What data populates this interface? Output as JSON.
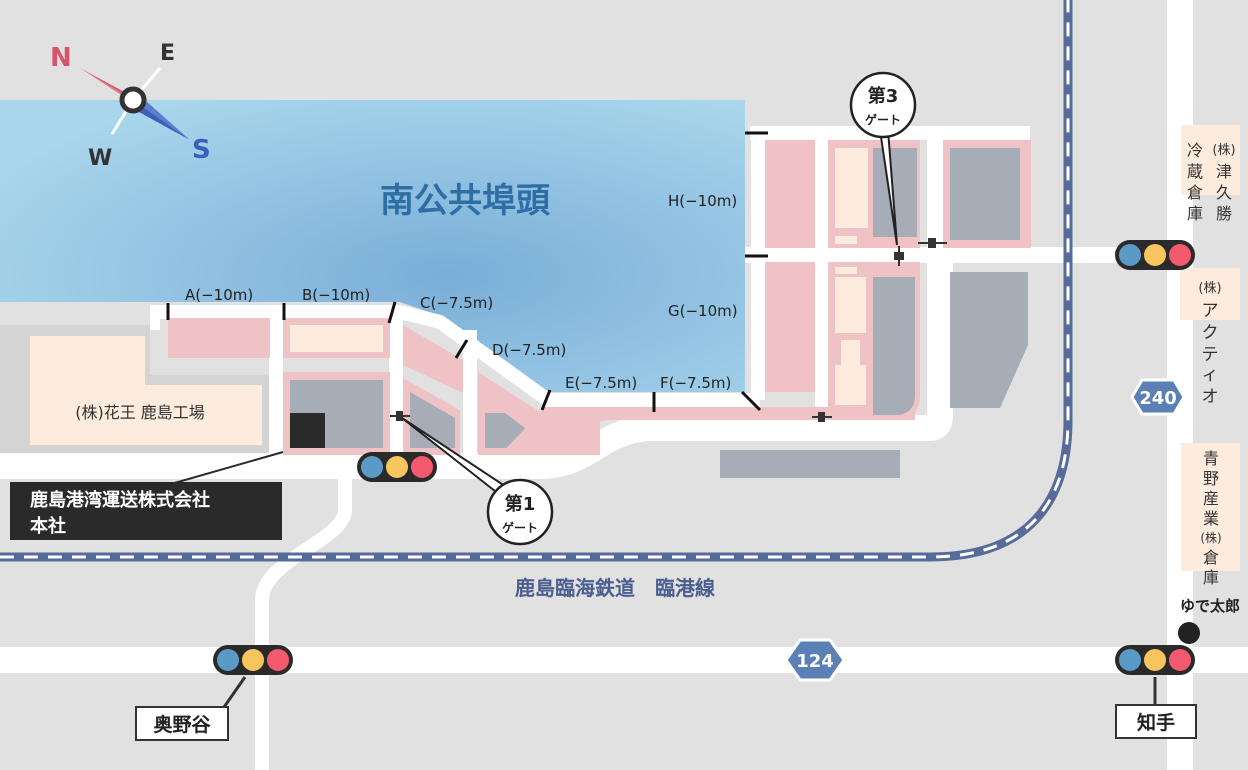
{
  "compass": {
    "n": "N",
    "e": "E",
    "s": "S",
    "w": "W"
  },
  "pier_name": "南公共埠頭",
  "berths": [
    "A(−10m)",
    "B(−10m)",
    "C(−7.5m)",
    "D(−7.5m)",
    "E(−7.5m)",
    "F(−7.5m)",
    "G(−10m)",
    "H(−10m)"
  ],
  "gates": [
    {
      "line1": "第1",
      "line2": "ゲート"
    },
    {
      "line1": "第3",
      "line2": "ゲート"
    }
  ],
  "facilities": {
    "kao": "(株)花王 鹿島工場",
    "hq_line1": "鹿島港湾運送株式会社",
    "hq_line2": "本社",
    "tsukumasu": [
      "(株)",
      "津",
      "久",
      "勝",
      "冷",
      "蔵",
      "倉",
      "庫"
    ],
    "actio": [
      "(株)",
      "ア",
      "ク",
      "テ",
      "ィ",
      "オ"
    ],
    "aono": [
      "青",
      "野",
      "産",
      "業",
      "(株)",
      "倉",
      "庫"
    ],
    "yudetaro": "ゆで太郎"
  },
  "railway": "鹿島臨海鉄道　臨港線",
  "routes": [
    "240",
    "124"
  ],
  "intersections": [
    "奥野谷",
    "知手"
  ],
  "colors": {
    "water": "#8cbde0",
    "pier": "#efc3c6",
    "building": "#a6adb7",
    "cream": "#fdebdd",
    "rail": "#566b99",
    "signal_blue": "#5b9ac6",
    "signal_yellow": "#f9c55e",
    "signal_red": "#f45a6e"
  }
}
